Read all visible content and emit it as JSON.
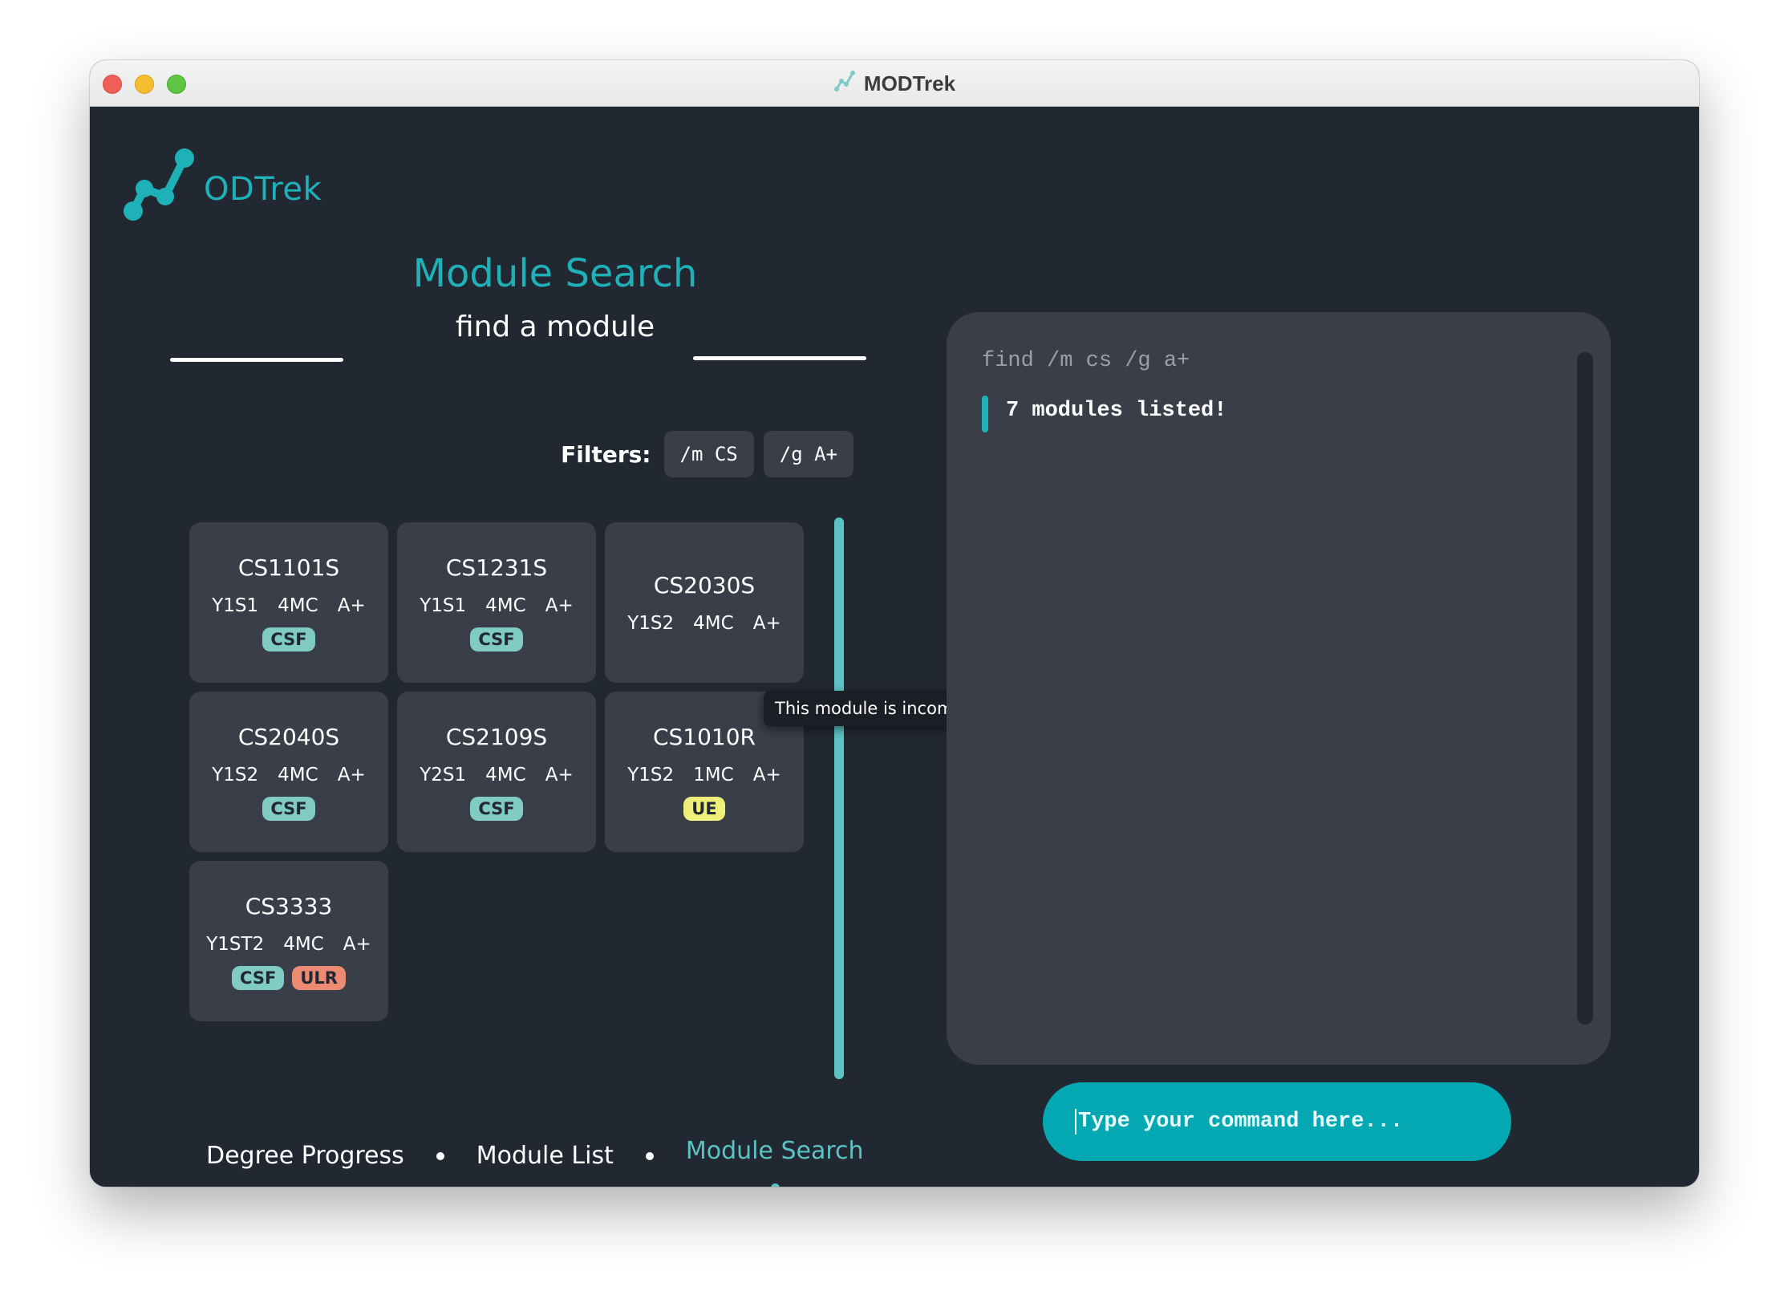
{
  "window": {
    "title": "MODTrek"
  },
  "logo": {
    "text": "ODTrek"
  },
  "heading": {
    "title": "Module Search",
    "subtitle": "find a module"
  },
  "filters": {
    "label": "Filters:",
    "chips": [
      "/m CS",
      "/g A+"
    ]
  },
  "modules": [
    {
      "code": "CS1101S",
      "semester": "Y1S1",
      "credits": "4MC",
      "grade": "A+",
      "tags": [
        "CSF"
      ]
    },
    {
      "code": "CS1231S",
      "semester": "Y1S1",
      "credits": "4MC",
      "grade": "A+",
      "tags": [
        "CSF"
      ]
    },
    {
      "code": "CS2030S",
      "semester": "Y1S2",
      "credits": "4MC",
      "grade": "A+",
      "tags": []
    },
    {
      "code": "CS2040S",
      "semester": "Y1S2",
      "credits": "4MC",
      "grade": "A+",
      "tags": [
        "CSF"
      ]
    },
    {
      "code": "CS2109S",
      "semester": "Y2S1",
      "credits": "4MC",
      "grade": "A+",
      "tags": [
        "CSF"
      ]
    },
    {
      "code": "CS1010R",
      "semester": "Y1S2",
      "credits": "1MC",
      "grade": "A+",
      "tags": [
        "UE"
      ]
    },
    {
      "code": "CS3333",
      "semester": "Y1ST2",
      "credits": "4MC",
      "grade": "A+",
      "tags": [
        "CSF",
        "ULR"
      ]
    }
  ],
  "tooltip": {
    "text": "This module is incomplete!"
  },
  "nav": {
    "items": [
      "Degree Progress",
      "Module List",
      "Module Search"
    ],
    "active": "Module Search"
  },
  "result": {
    "command": "find /m cs /g a+",
    "message": "7 modules listed!"
  },
  "command_box": {
    "placeholder": "Type your command here..."
  },
  "colors": {
    "accent": "#1fb1b8",
    "background": "#222832",
    "panel": "#393e48",
    "tag_csf": "#80cbc4",
    "tag_ue": "#eef07a",
    "tag_ulr": "#ed8a73"
  }
}
